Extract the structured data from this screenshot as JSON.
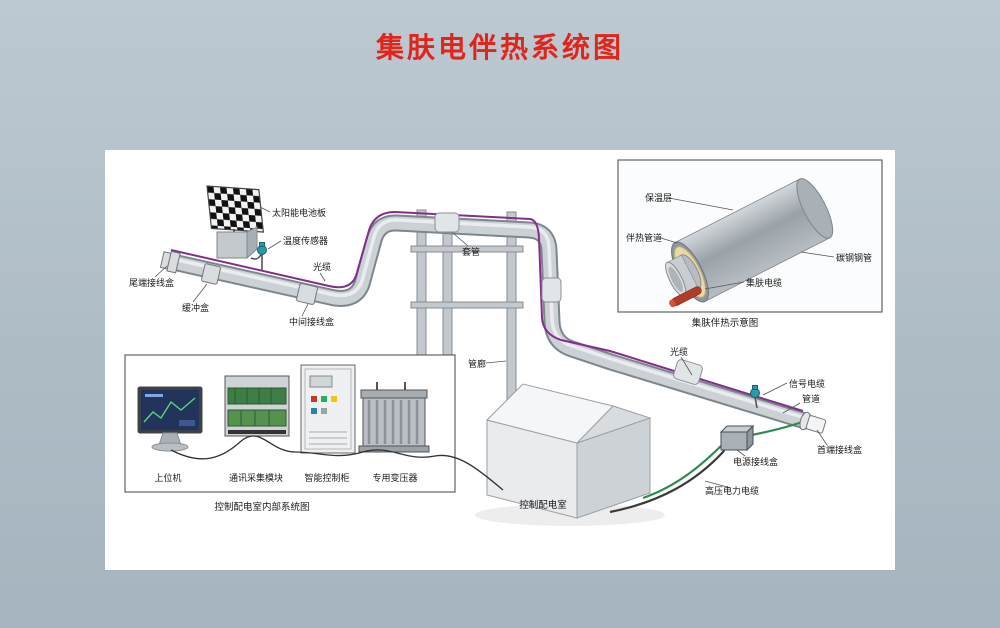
{
  "page": {
    "title": "集肤电伴热系统图"
  },
  "pipeline_labels": {
    "solar_panel": "太阳能电池板",
    "temperature_sensor": "温度传感器",
    "tail_junction_box": "尾端接线盒",
    "buffer_box": "缓冲盒",
    "middle_junction_box": "中间接线盒",
    "optical_cable_left": "光缆",
    "casing": "套管",
    "pipe_rack": "管廊",
    "optical_cable_right": "光缆",
    "signal_cable": "信号电缆",
    "pipe": "管道",
    "power_junction_box": "电源接线盒",
    "head_junction_box": "首端接线盒",
    "hv_power_cable": "高压电力电缆",
    "control_room": "控制配电室"
  },
  "inset": {
    "insulation_layer": "保温层",
    "heat_tracing_pipe": "伴热管道",
    "carbon_steel_pipe": "碳钢钢管",
    "skin_effect_cable": "集肤电缆",
    "caption": "集肤伴热示意图"
  },
  "control_room_panel": {
    "host_computer": "上位机",
    "comm_module": "通讯采集模块",
    "smart_control_cabinet": "智能控制柜",
    "dedicated_transformer": "专用变压器",
    "caption": "控制配电室内部系统图"
  },
  "colors": {
    "title": "#e0251b",
    "background": "#aebcc6",
    "purple_cable": "#80308a",
    "green_cable": "#2e8b50",
    "insulation": "#e7d9a4"
  }
}
